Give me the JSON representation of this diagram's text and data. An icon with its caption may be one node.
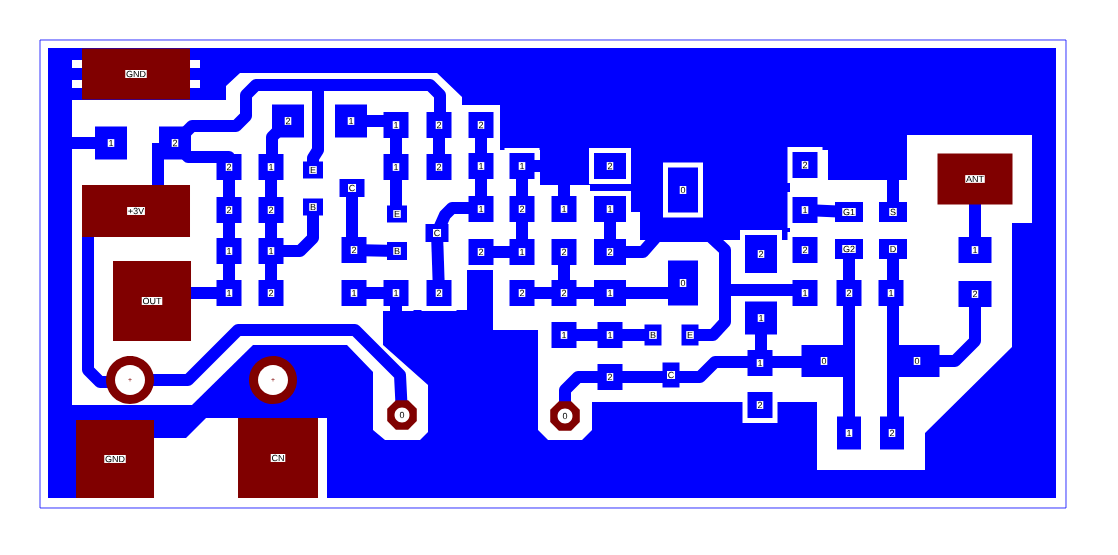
{
  "diagram": {
    "labels": [
      "GND",
      "1",
      "2",
      "2",
      "1",
      "1",
      "2",
      "2",
      "2",
      "1",
      "E",
      "C",
      "1",
      "2",
      "1",
      "1",
      "2",
      "0",
      "2",
      "ANT",
      "+3V",
      "2",
      "2",
      "B",
      "E",
      "C",
      "1",
      "2",
      "1",
      "1",
      "1",
      "G1",
      "S",
      "1",
      "1",
      "2",
      "B",
      "2",
      "1",
      "2",
      "2",
      "2",
      "2",
      "G2",
      "D",
      "1",
      "OUT",
      "1",
      "2",
      "1",
      "1",
      "2",
      "2",
      "2",
      "1",
      "0",
      "1",
      "2",
      "1",
      "2",
      "1",
      "1",
      "B",
      "E",
      "1",
      "+",
      "+",
      "2",
      "C",
      "1",
      "0",
      "0",
      "GND",
      "CN",
      "0",
      "0",
      "2",
      "1",
      "2"
    ]
  }
}
